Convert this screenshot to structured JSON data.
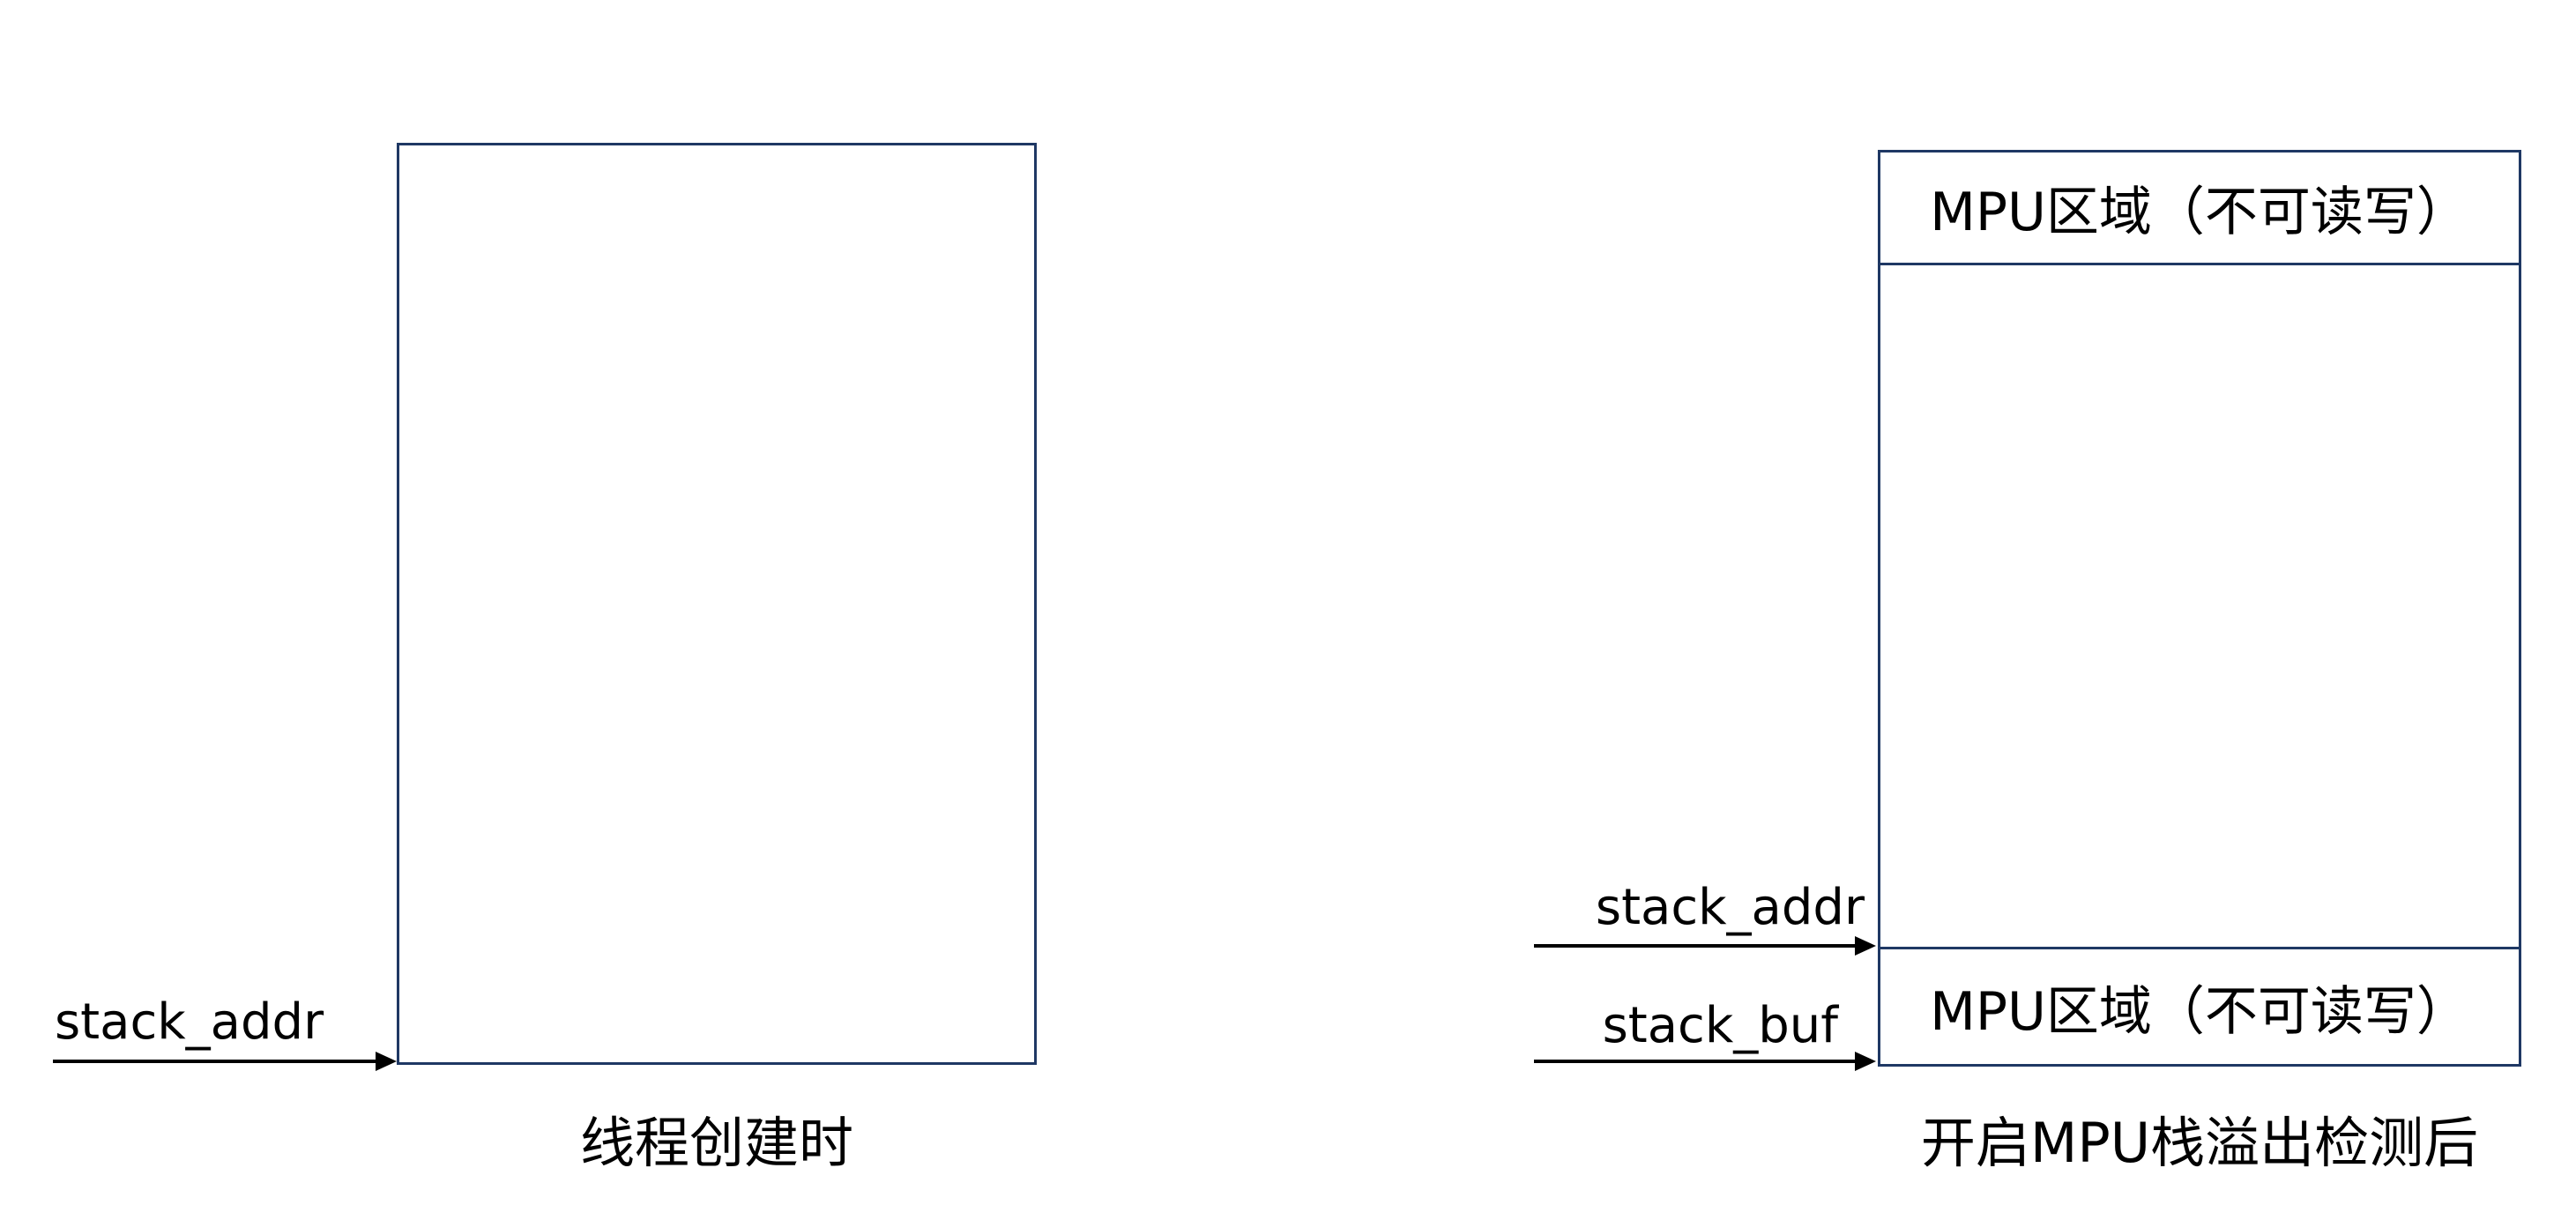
{
  "left": {
    "stack_addr_label": "stack_addr",
    "caption": "线程创建时"
  },
  "right": {
    "top_region_label": "MPU区域（不可读写）",
    "stack_addr_label": "stack_addr",
    "stack_buf_label": "stack_buf",
    "bottom_region_label": "MPU区域（不可读写）",
    "caption": "开启MPU栈溢出检测后"
  },
  "colors": {
    "box_border": "#1f3864",
    "arrow": "#000000",
    "text": "#000000",
    "background": "#ffffff"
  }
}
